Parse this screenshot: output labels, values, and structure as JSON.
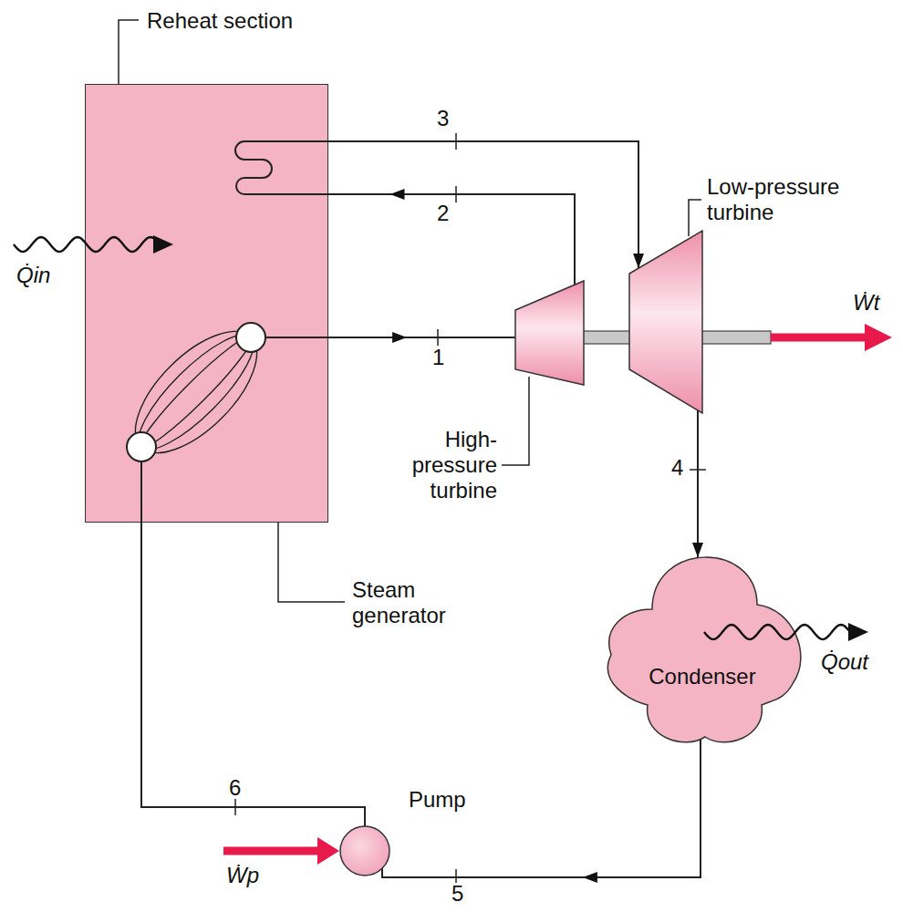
{
  "diagram": {
    "nodes": [
      {
        "text": [
          "Reheat section",
          "Steam generator"
        ]
      },
      {
        "text": [
          "High-pressure turbine"
        ]
      },
      {
        "text": [
          "Low-pressure turbine"
        ]
      },
      {
        "text": [
          "Condenser"
        ]
      },
      {
        "text": [
          "Pump"
        ]
      }
    ],
    "edges": [
      {
        "from": 0,
        "to": 1,
        "arrow": "to",
        "label": "1"
      },
      {
        "from": 1,
        "to": 0,
        "arrow": "to",
        "label": "2"
      },
      {
        "from": 0,
        "to": 2,
        "arrow": "to",
        "label": "3"
      },
      {
        "from": 2,
        "to": 3,
        "arrow": "to",
        "label": "4"
      },
      {
        "from": 3,
        "to": 4,
        "arrow": "to",
        "label": "5"
      },
      {
        "from": 4,
        "to": 0,
        "arrow": "none",
        "label": "6"
      }
    ],
    "labels": [
      "Q̇in",
      "Ẇt",
      "Q̇out",
      "Ẇp"
    ]
  }
}
